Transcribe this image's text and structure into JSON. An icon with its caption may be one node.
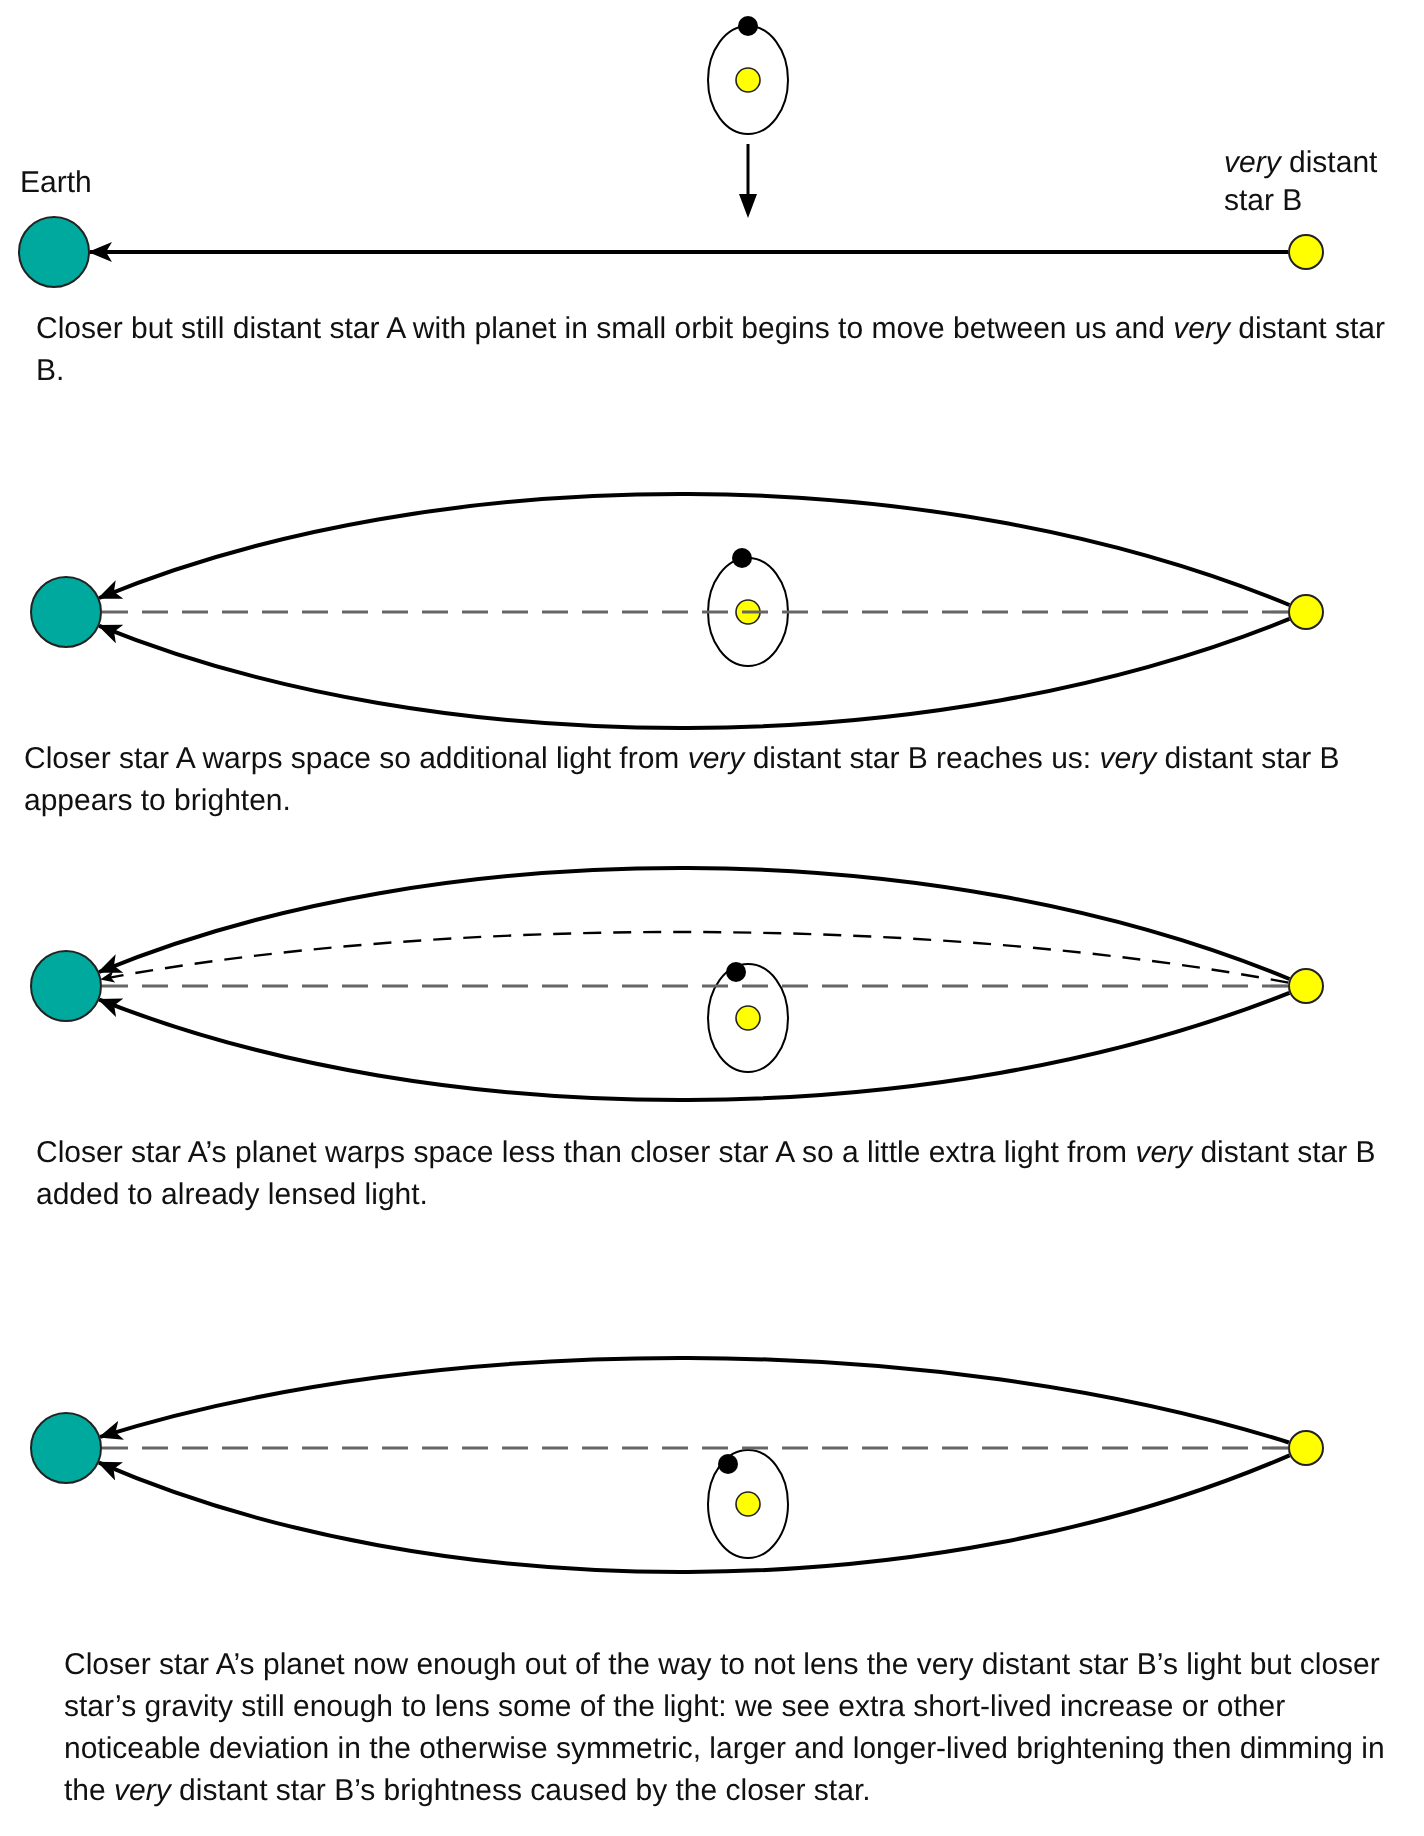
{
  "diagram": {
    "nodes": [
      {
        "text": [
          "Earth"
        ]
      },
      {
        "text": [
          "*very* distant star B"
        ]
      },
      {
        "text": [],
        "shape": "circle"
      },
      {
        "text": [],
        "shape": "circle"
      },
      {
        "text": [],
        "shape": "circle"
      },
      {
        "text": [],
        "shape": "circle"
      },
      {
        "text": [],
        "shape": "circle"
      },
      {
        "text": [],
        "shape": "circle"
      }
    ],
    "edges": [
      {
        "from": 1,
        "to": 0,
        "arrow": "to"
      },
      {
        "from": 3,
        "to": 2,
        "arrow": "to"
      },
      {
        "from": 3,
        "to": 2,
        "arrow": "to"
      },
      {
        "from": 3,
        "to": 2,
        "arrow": "none",
        "style": "dashed",
        "color": "#666666"
      },
      {
        "from": 5,
        "to": 4,
        "arrow": "to"
      },
      {
        "from": 5,
        "to": 4,
        "arrow": "to",
        "style": "dashed"
      },
      {
        "from": 5,
        "to": 4,
        "arrow": "none",
        "style": "dashed",
        "color": "#666666"
      },
      {
        "from": 5,
        "to": 4,
        "arrow": "to"
      },
      {
        "from": 7,
        "to": 6,
        "arrow": "to"
      },
      {
        "from": 7,
        "to": 6,
        "arrow": "none",
        "style": "dashed",
        "color": "#666666"
      },
      {
        "from": 7,
        "to": 6,
        "arrow": "to"
      }
    ],
    "labels": [
      "Closer but still distant star A with planet in small orbit begins to move between us and *very* distant star B.",
      "Closer star A warps space so additional light from *very* distant star B reaches us: *very* distant star B appears to brighten.",
      "Closer star A’s planet warps space less than closer star A so a little extra light from *very* distant star B added to already lensed light.",
      "Closer star A’s planet now enough out of the way to not lens the very distant star B’s light but closer star’s gravity still enough to lens some of the light: we see extra short-lived increase or other noticeable deviation in the otherwise symmetric, larger and longer-lived brightening then dimming in the *very* distant star B’s brightness caused by the closer star."
    ]
  }
}
